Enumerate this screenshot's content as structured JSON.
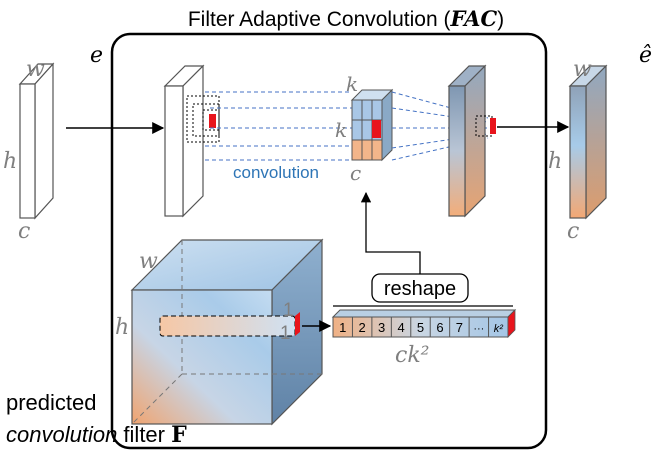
{
  "title": {
    "text": "Filter Adaptive Convolution (",
    "abbr": "FAC",
    "close": ")"
  },
  "input_tensor": {
    "w": "w",
    "h": "h",
    "c": "c",
    "name": "e"
  },
  "output_tensor": {
    "w": "w",
    "h": "h",
    "c": "c",
    "name": "ê"
  },
  "kernel": {
    "k_top": "k",
    "k_side": "k",
    "c": "c",
    "label": "convolution"
  },
  "filter_volume": {
    "w": "w",
    "h": "h",
    "one_a": "1",
    "one_b": "1"
  },
  "reshape": {
    "label": "reshape"
  },
  "vector": {
    "cells": [
      "1",
      "2",
      "3",
      "4",
      "5",
      "6",
      "7",
      "···",
      "k²"
    ],
    "length_label": "ck²"
  },
  "caption": {
    "line1": "predicted",
    "line2_italic": "convolution",
    "line2_rest": " filter ",
    "line2_bold": "F"
  },
  "colors": {
    "orange": "#f3b07f",
    "blue": "#a9cbe9",
    "steel": "#6f90b0",
    "red": "#e8141c",
    "dash_blue": "#4472c4",
    "convolution_text": "#2e75b6"
  }
}
